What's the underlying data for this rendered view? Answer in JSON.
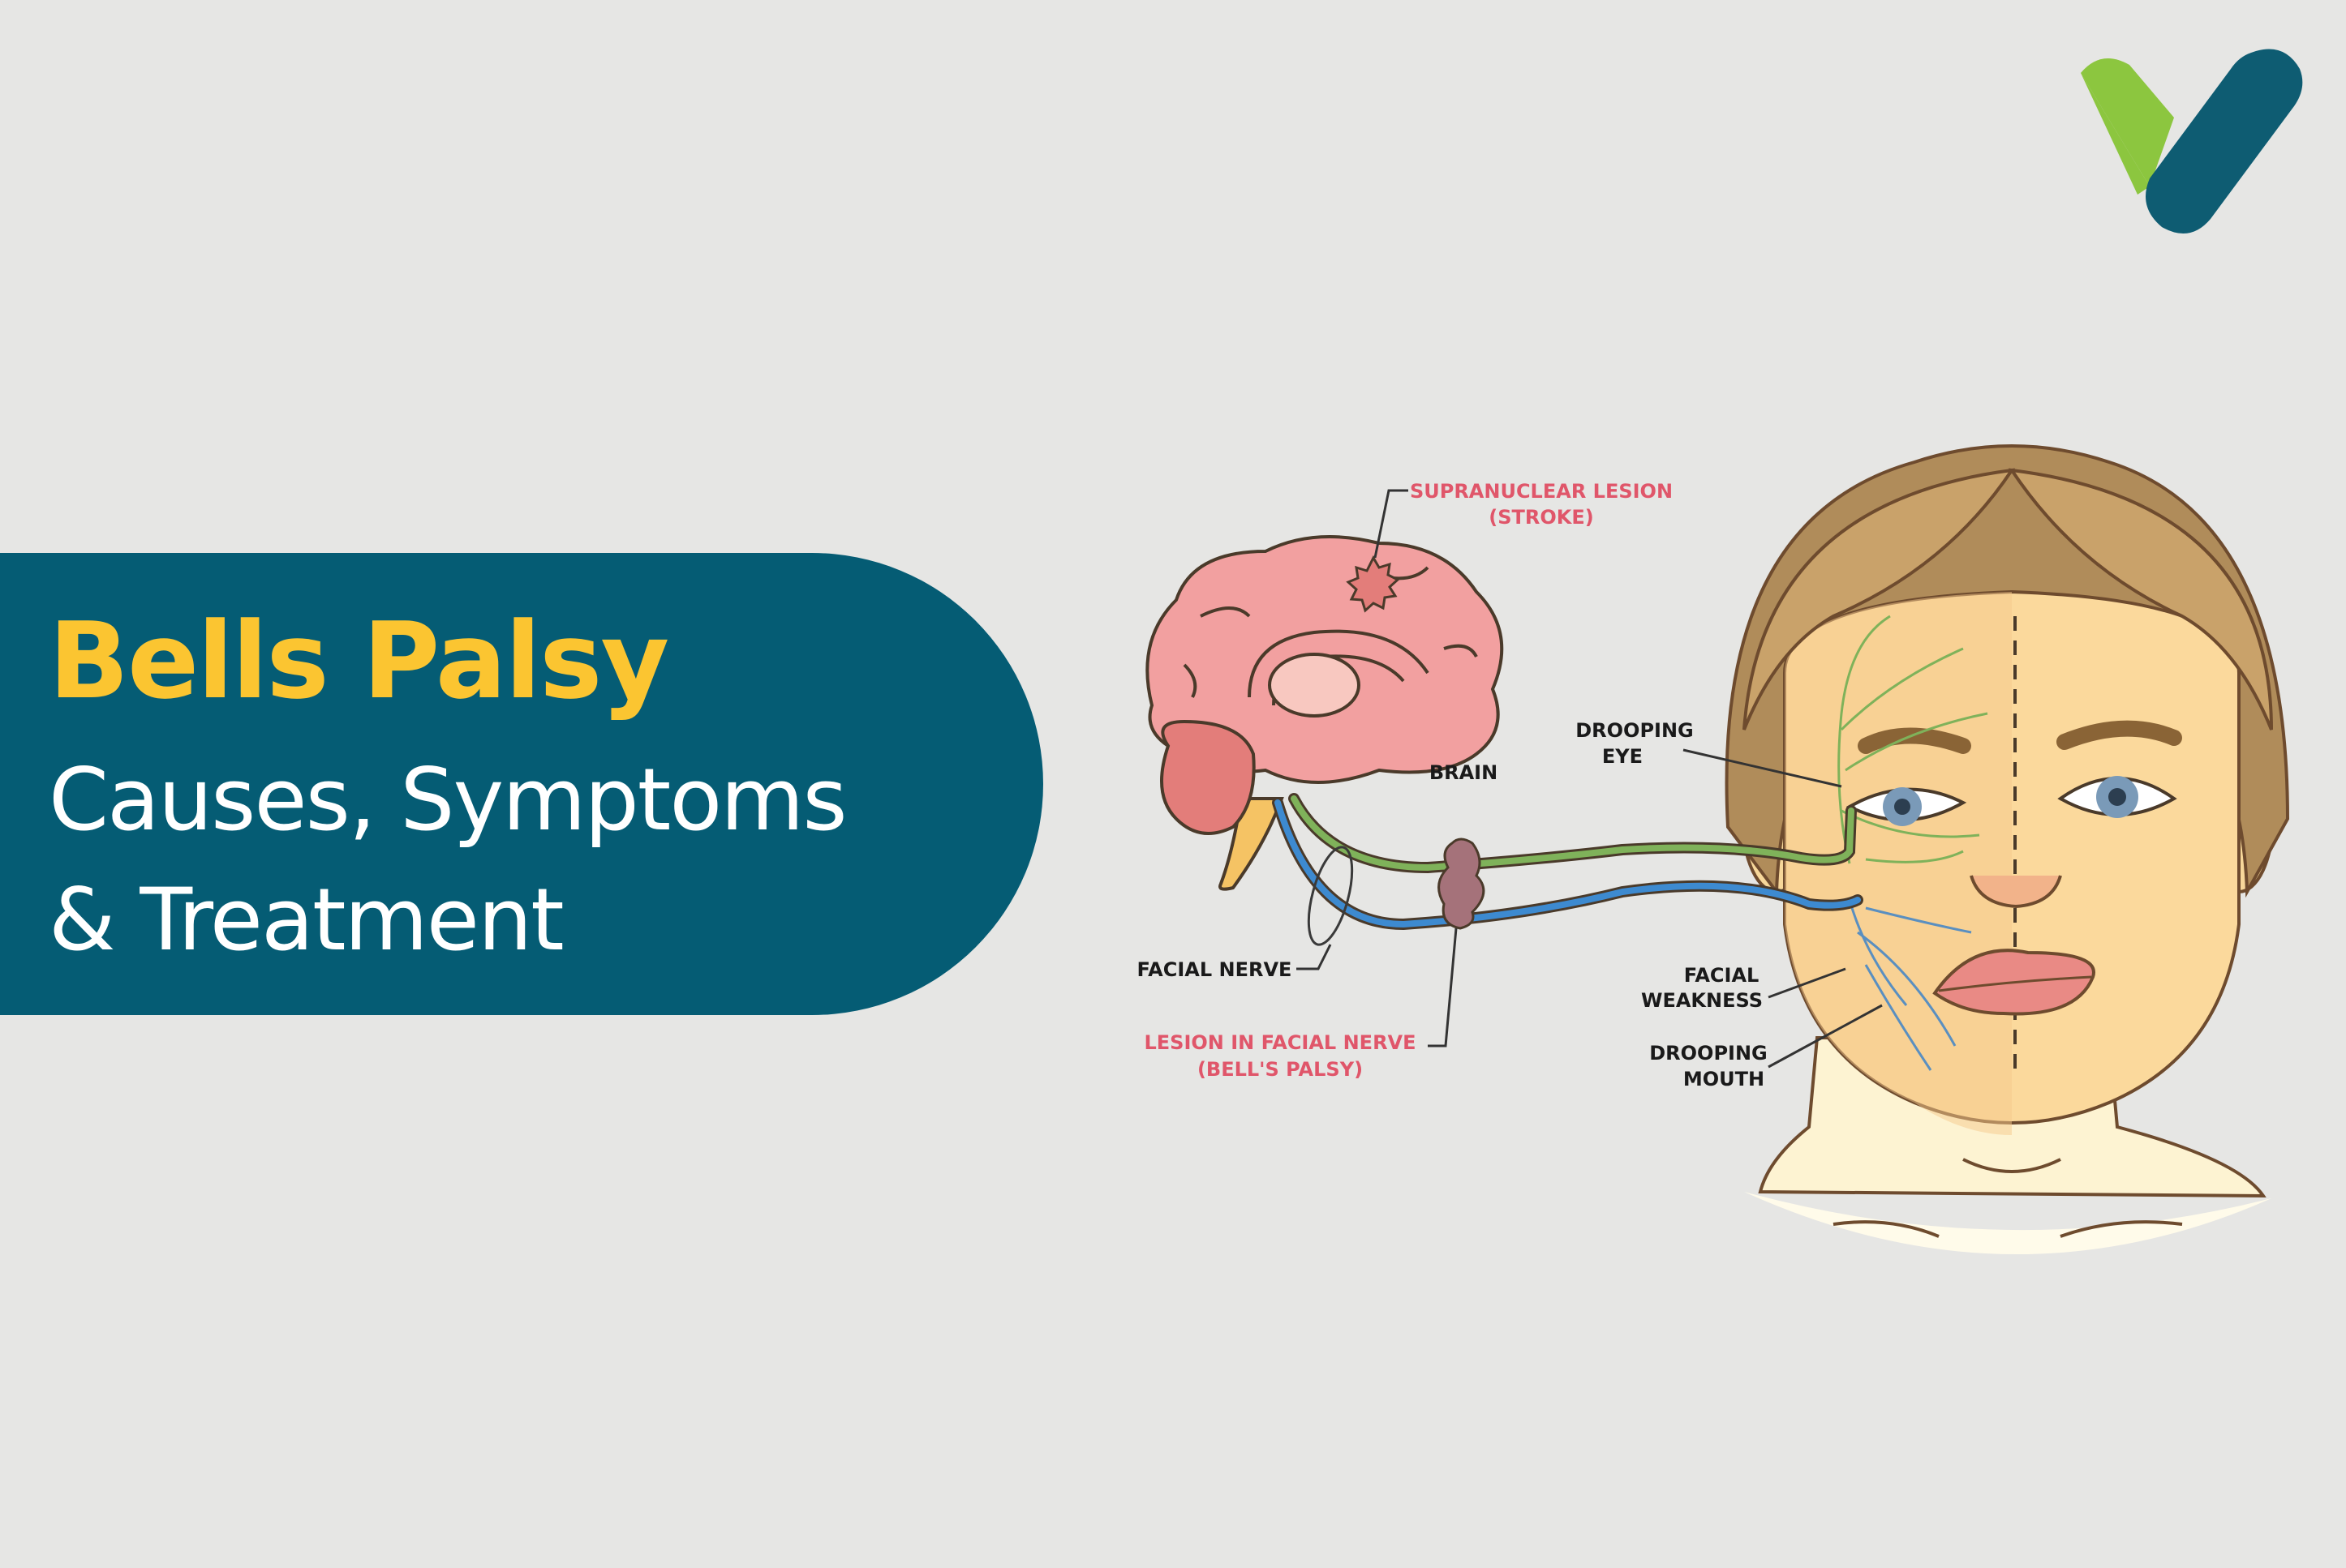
{
  "title": {
    "main": "Bells Palsy",
    "line1": "Causes, Symptoms",
    "line2": "& Treatment"
  },
  "labels": {
    "supranuclear_1": "SUPRANUCLEAR LESION",
    "supranuclear_2": "(STROKE)",
    "brain": "BRAIN",
    "facial_nerve": "FACIAL NERVE",
    "lesion_1": "LESION IN FACIAL NERVE",
    "lesion_2": "(BELL'S PALSY)",
    "drooping_eye_1": "DROOPING",
    "drooping_eye_2": "EYE",
    "weakness_1": "FACIAL",
    "weakness_2": "WEAKNESS",
    "drooping_mouth_1": "DROOPING",
    "drooping_mouth_2": "MOUTH"
  },
  "colors": {
    "background": "#e6e6e4",
    "banner": "#055c74",
    "title_accent": "#fbc531",
    "lesion_label": "#e0566a",
    "logo_green": "#8cc63f",
    "logo_teal": "#0e5c72"
  },
  "icons": [
    "logo-icon"
  ]
}
